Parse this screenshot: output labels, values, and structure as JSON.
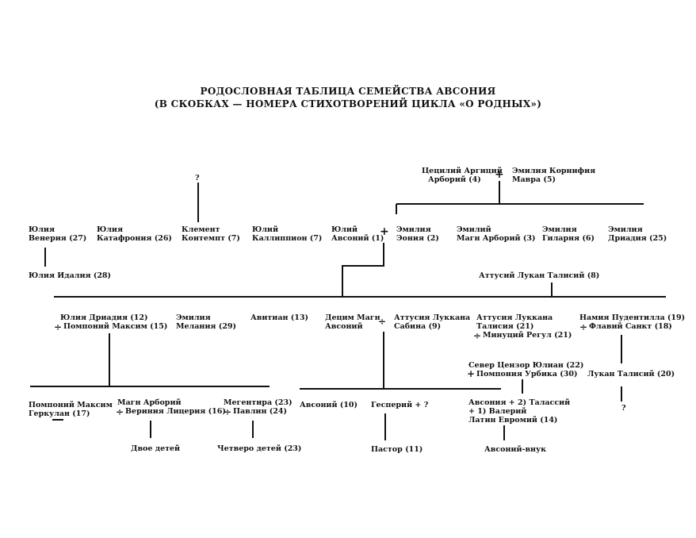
{
  "title": {
    "line1": "РОДОСЛОВНАЯ ТАБЛИЦА СЕМЕЙСТВА АВСОНИЯ",
    "line2": "(В СКОБКАХ — НОМЕРА СТИХОТВОРЕНИЙ ЦИКЛА «О РОДНЫХ»)"
  },
  "people": {
    "caecilius_1": "Цецилий Аргиций",
    "caecilius_2": "Арборий (4)",
    "aemilia_k_1": "Эмилия Корнифия",
    "aemilia_k_2": "Мавра (5)",
    "unknown_top": "?",
    "julia_v_1": "Юлия",
    "julia_v_2": "Венерия (27)",
    "julia_k_1": "Юлия",
    "julia_k_2": "Катафрония (26)",
    "clement_1": "Клемент",
    "clement_2": "Контемпт (7)",
    "julius_k_1": "Юлий",
    "julius_k_2": "Каллиппион (7)",
    "julius_a_1": "Юлий",
    "julius_a_2": "Авсоний (1)",
    "aemilia_e_1": "Эмилия",
    "aemilia_e_2": "Эония (2)",
    "aemilius_1": "Эмилий",
    "aemilius_2": "Магн Арборий (3)",
    "aemilia_h_1": "Эмилия",
    "aemilia_h_2": "Гиларня (6)",
    "aemilia_d_1": "Эмилия",
    "aemilia_d_2": "Дриадия (25)",
    "julia_idalia": "Юлия Идалия (28)",
    "attusius": "Аттусий Лукан Талисий (8)",
    "julia_dr_1": "Юлия Дриадия (12)",
    "julia_dr_2": "Помпоний Максим (15)",
    "aemilia_m_1": "Эмилия",
    "aemilia_m_2": "Мелания (29)",
    "avitian": "Авитиан (13)",
    "decimus_1": "Децим Магн",
    "decimus_2": "Авсоний",
    "attusia_s_1": "Аттусия Луккана",
    "attusia_s_2": "Сабина (9)",
    "attusia_t_1": "Аттусия Луккана",
    "attusia_t_2": "Талисия (21)",
    "attusia_t_3": "Минуций Регул (21)",
    "namia_1": "Намия Пудентилла (19)",
    "namia_2": "Флавий Санкт (18)",
    "severus_1": "Север Цензор Юлиан (22)",
    "severus_2": "Помпония Урбика (30)",
    "lucan": "Лукан Талисий (20)",
    "pomponius_1": "Помпоний Максим",
    "pomponius_2": "Геркулан (17)",
    "magnus_1": "Магн Арборий",
    "magnus_2": "Вериния Лицерия (16)",
    "megentira_1": "Мегентира (23)",
    "megentira_2": "Павлин (24)",
    "ausonius_10": "Авсоний (10)",
    "hesperius": "Гесперий + ?",
    "ausonius_2_1": "Авсония + 2) Талассий",
    "ausonius_2_2": "+ 1) Валерий",
    "ausonius_2_3": "Латин Евромий (14)",
    "two_children": "Двое детей",
    "four_children": "Четверо детей (23)",
    "pastor": "Пастор (11)",
    "grandson": "Авсоний-внук",
    "unknown_bottom": "?"
  },
  "symbols": {
    "marriage": "+",
    "marriage_alt": "÷"
  }
}
